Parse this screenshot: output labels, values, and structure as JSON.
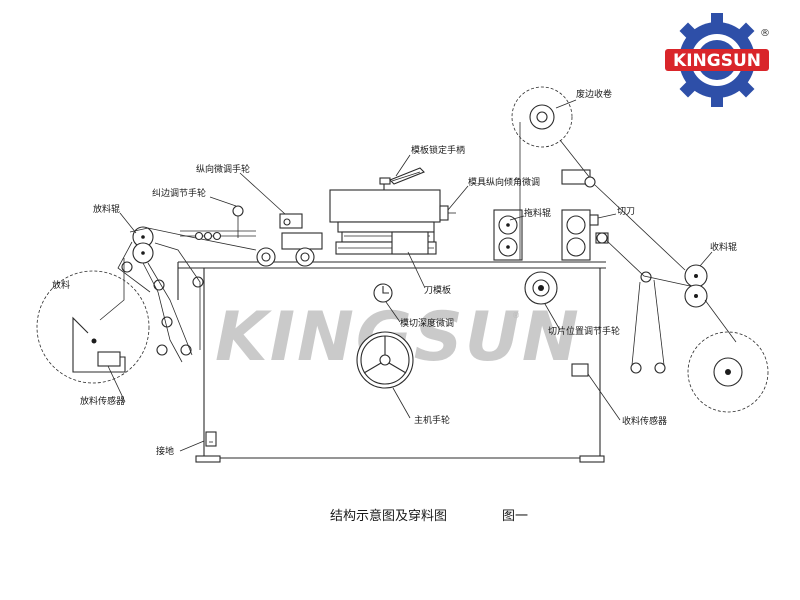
{
  "brand": {
    "logo_text": "KINGSUN",
    "registered_mark": "®",
    "watermark_text": "KINGSUN",
    "gear_color": "#2e4fa8",
    "band_color": "#d9252a"
  },
  "labels": {
    "waste_rewind": "废边收卷",
    "template_lock_handle": "模板锁定手柄",
    "longitudinal_fine_wheel": "纵向微调手轮",
    "die_angle_adjust": "模具纵向倾角微调",
    "edge_correction_wheel": "纠边调节手轮",
    "pull_roller": "拖料辊",
    "cutter": "切刀",
    "unwind_roller": "放料辊",
    "rewind_roller": "收料辊",
    "unwind": "放料",
    "blade_plate": "刀模板",
    "cut_depth_adjust": "模切深度微调",
    "cut_position_wheel": "切片位置调节手轮",
    "unwind_sensor": "放料传感器",
    "main_handwheel": "主机手轮",
    "rewind_sensor": "收料传感器",
    "ground": "接地"
  },
  "caption": {
    "title": "结构示意图及穿料图",
    "figure": "图一"
  }
}
